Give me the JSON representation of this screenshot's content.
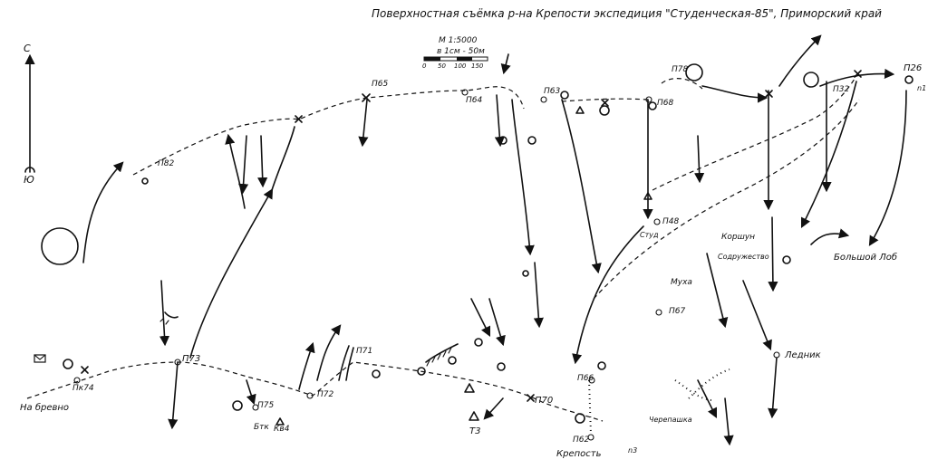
{
  "title": "Поверхностная съёмка р-на Крепости   экспедиция \"Студенческая-85\", Приморский край",
  "compass": {
    "north": "С",
    "south": "Ю"
  },
  "scale": {
    "ratio": "М 1:5000",
    "note": "в 1см - 50м",
    "ticks": [
      "0",
      "50",
      "100",
      "150"
    ]
  },
  "points": {
    "p65": "П65",
    "p64": "П64",
    "p63": "П63",
    "p68": "П68",
    "p32": "П32",
    "p26": "П26",
    "p82": "П82",
    "p48": "П48",
    "p67": "П67",
    "p73": "П73",
    "p75": "П75",
    "p72": "П72",
    "p71": "П71",
    "p70": "П70",
    "p66": "П66",
    "p62": "П62",
    "pk74": "Пк74",
    "p78": "П78"
  },
  "places": {
    "na_brevno": "На бревно",
    "krepost": "Крепость",
    "lednik": "Ледник",
    "korshun": "Коршун",
    "sodruzhestvo": "Содружество",
    "bolshoi_lob": "Большой Лоб",
    "muha": "Муха",
    "cherepashka": "Черепашка",
    "t3": "Т3",
    "kv4": "Кв4",
    "btk": "Бтк",
    "stud": "Студ",
    "n1": "n1",
    "n3": "n3"
  }
}
